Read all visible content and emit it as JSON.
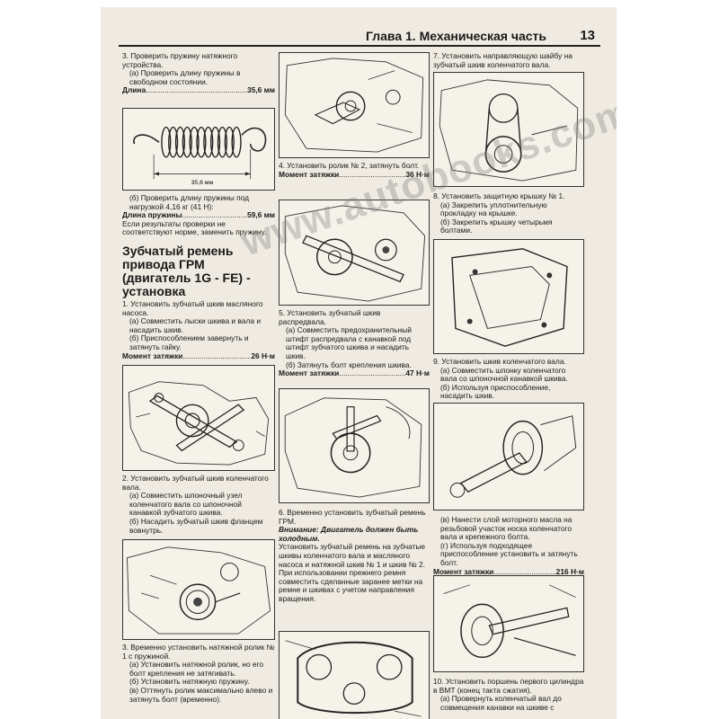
{
  "header": {
    "chapter_title": "Глава 1. Механическая часть",
    "page_number": "13"
  },
  "watermark": "www.autobooks.com.ua",
  "col1": {
    "step3_title": "3. Проверить пружину натяжного устройства.",
    "step3_a": "(а) Проверить длину пружины в свободном состоянии.",
    "length_label": "Длина",
    "length_value": "35,6 мм",
    "fig_spring_dim": "35,6 мм",
    "step3_b": "(б) Проверить длину пружины под нагрузкой 4,16 кг (41 Н):",
    "spring_length_label": "Длина пружины",
    "spring_length_value": "59,6 мм",
    "step3_note": "Если результаты проверки не соответствуют норме, заменить пружину.",
    "section_heading": "Зубчатый ремень привода ГРМ (двигатель 1G - FE) - установка",
    "step1_title": "1. Установить зубчатый шкив масляного насоса.",
    "step1_a": "(а) Совместить лыски шкива и вала и насадить шкив.",
    "step1_b": "(б) Приспособлением завернуть и затянуть гайку.",
    "torque1_label": "Момент затяжки",
    "torque1_value": "26 Н·м",
    "step2_title": "2. Установить зубчатый шкив коленчатого вала.",
    "step2_a": "(а) Совместить шпоночный узел коленчатого вала со шпоночной канавкой зубчатого шкива.",
    "step2_b": "(б) Насадить зубчатый шкив фланцем вовнутрь.",
    "step3i_title": "3. Временно установить натяжной ролик № 1 с пружиной.",
    "step3i_a": "(а) Установить натяжной ролик, но его болт крепления не затягивать.",
    "step3i_b": "(б) Установить натяжную пружину.",
    "step3i_c": "(в) Оттянуть ролик максимально влево и затянуть болт (временно)."
  },
  "col2": {
    "step4_title": "4. Установить ролик № 2, затянуть болт.",
    "torque4_label": "Момент затяжки",
    "torque4_value": "36 Н·м",
    "step5_title": "5. Установить зубчатый шкив распредвала.",
    "step5_a": "(а) Совместить предохранительный штифт распредвала с канавкой под штифт зубчатого шкива и насадить шкив.",
    "step5_b": "(б) Затянуть болт крепления шкива.",
    "torque5_label": "Момент затяжки",
    "torque5_value": "47 Н·м",
    "step6_title": "6. Временно установить зубчатый ремень ГРМ.",
    "step6_warning": "Внимание: Двигатель должен быть холодным.",
    "step6_text": "Установить зубчатый ремень на зубчатые шкивы коленчатого вала и масляного насоса и натяжной шкив № 1 и шкив № 2.",
    "step6_text2": "При использовании прежнего ремня совместить сделанные заранее метки на ремне и шкивах с учетом направления вращения."
  },
  "col3": {
    "step7_title": "7. Установить направляющую шайбу на зубчатый шкив коленчатого вала.",
    "step8_title": "8. Установить защитную крышку № 1.",
    "step8_a": "(а) Закрепить уплотнительную прокладку на крышке.",
    "step8_b": "(б) Закрепить крышку четырьмя болтами.",
    "step9_title": "9. Установить шкив коленчатого вала.",
    "step9_a": "(а) Совместить шпонку коленчатого вала со шпоночной канавкой шкива.",
    "step9_b": "(б) Используя приспособление, насадить шкив.",
    "step9_c": "(в) Нанести слой моторного масла на резьбовой участок носка коленчатого вала и крепежного болта.",
    "step9_d": "(г) Используя подходящее приспособление установить и затянуть болт.",
    "torque9_label": "Момент затяжки",
    "torque9_value": "216 Н·м",
    "step10_title": "10. Установить поршень первого цилиндра в ВМТ (конец такта сжатия).",
    "step10_a": "(а) Провернуть коленчатый вал до совмещения канавки на шкиве с"
  }
}
